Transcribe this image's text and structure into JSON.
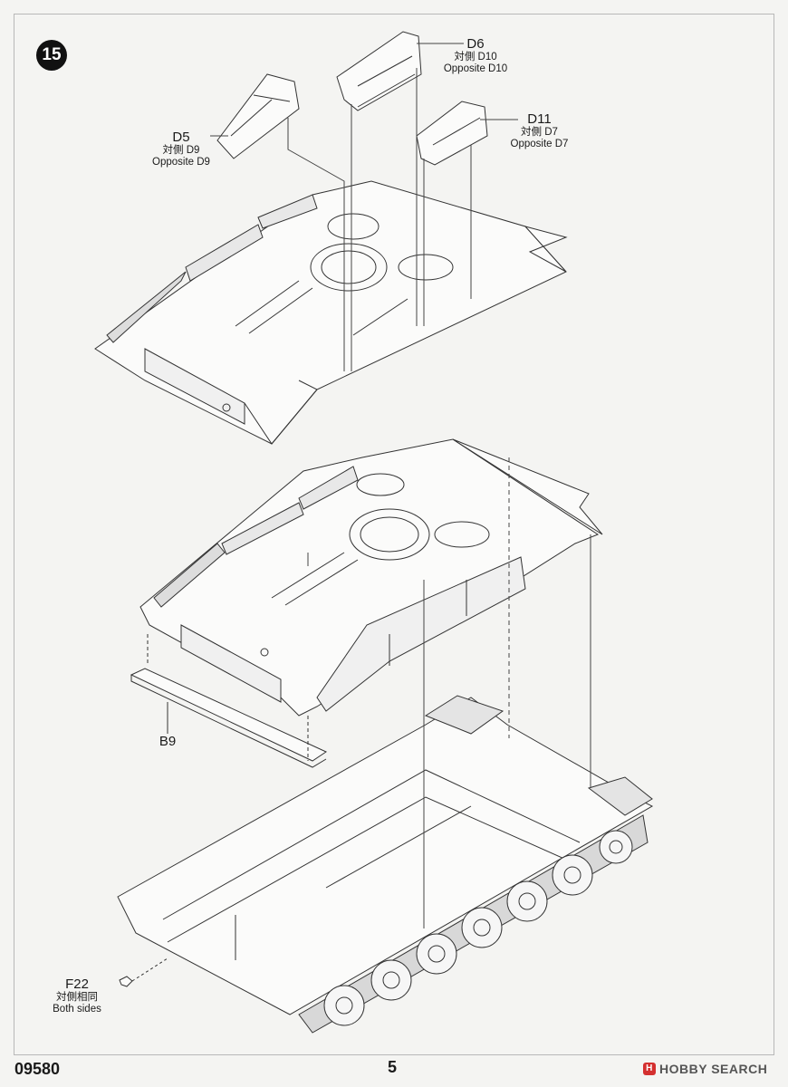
{
  "step": {
    "number": "15"
  },
  "parts": {
    "d6": {
      "code": "D6",
      "zh": "対側",
      "alt_code": "D10",
      "opposite": "Opposite D10"
    },
    "d5": {
      "code": "D5",
      "zh": "対側",
      "alt_code": "D9",
      "opposite": "Opposite D9"
    },
    "d11": {
      "code": "D11",
      "zh": "対側",
      "alt_code": "D7",
      "opposite": "Opposite D7"
    },
    "b9": {
      "code": "B9"
    },
    "f22": {
      "code": "F22",
      "zh": "対側相同",
      "note": "Both sides"
    }
  },
  "footer": {
    "product_code": "09580",
    "page_number": "5",
    "watermark": "HOBBY SEARCH"
  }
}
